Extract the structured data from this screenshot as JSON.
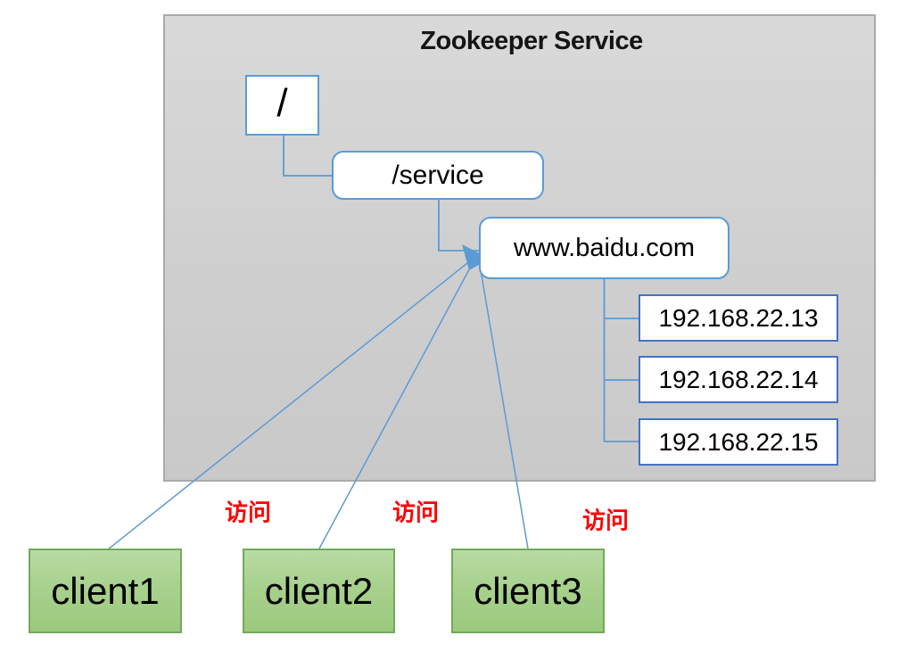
{
  "diagram": {
    "title": "Zookeeper Service",
    "tree": {
      "root": {
        "label": "/"
      },
      "service": {
        "label": "/service"
      },
      "domain": {
        "label": "www.baidu.com"
      },
      "ips": [
        {
          "label": "192.168.22.13"
        },
        {
          "label": "192.168.22.14"
        },
        {
          "label": "192.168.22.15"
        }
      ]
    },
    "clients": [
      {
        "label": "client1"
      },
      {
        "label": "client2"
      },
      {
        "label": "client3"
      }
    ],
    "access_labels": [
      {
        "text": "访问"
      },
      {
        "text": "访问"
      },
      {
        "text": "访问"
      }
    ],
    "colors": {
      "container_fill": "#d2d2d2",
      "container_border": "#aaaaaa",
      "node_border_blue": "#5b9bd5",
      "ip_border_blue": "#4472c4",
      "connector_blue": "#5b9bd5",
      "client_fill_green": "#a8d18d",
      "client_border_green": "#74a95a",
      "access_text_red": "#ff0000",
      "title_text": "#151515"
    }
  }
}
